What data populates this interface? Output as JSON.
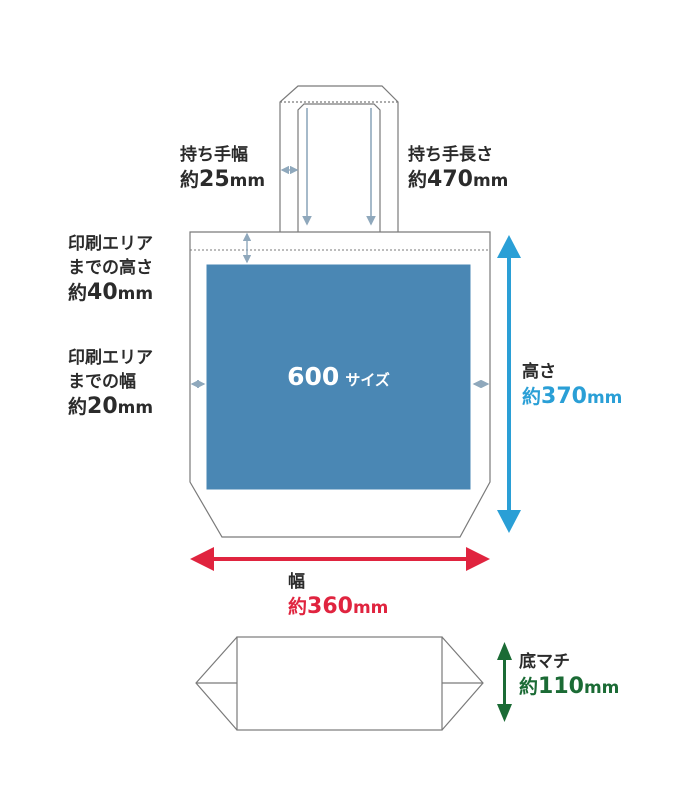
{
  "colors": {
    "outline": "#7a7a7a",
    "print_area": "#4a87b4",
    "height_accent": "#2a9fd6",
    "width_accent": "#e0243f",
    "gusset_accent": "#1b6b35",
    "small_arrow": "#8fa8bc",
    "text": "#2b2b2b"
  },
  "labels": {
    "handle_width": {
      "title": "持ち手幅",
      "prefix": "約",
      "number": "25",
      "unit": "mm"
    },
    "handle_length": {
      "title": "持ち手長さ",
      "prefix": "約",
      "number": "470",
      "unit": "mm"
    },
    "print_top": {
      "title_line1": "印刷エリア",
      "title_line2": "までの高さ",
      "prefix": "約",
      "number": "40",
      "unit": "mm"
    },
    "print_side": {
      "title_line1": "印刷エリア",
      "title_line2": "までの幅",
      "prefix": "約",
      "number": "20",
      "unit": "mm"
    },
    "height": {
      "title": "高さ",
      "prefix": "約",
      "number": "370",
      "unit": "mm"
    },
    "width": {
      "title": "幅",
      "prefix": "約",
      "number": "360",
      "unit": "mm"
    },
    "gusset": {
      "title": "底マチ",
      "prefix": "約",
      "number": "110",
      "unit": "mm"
    }
  },
  "print_area": {
    "number": "600",
    "suffix": "サイズ"
  }
}
